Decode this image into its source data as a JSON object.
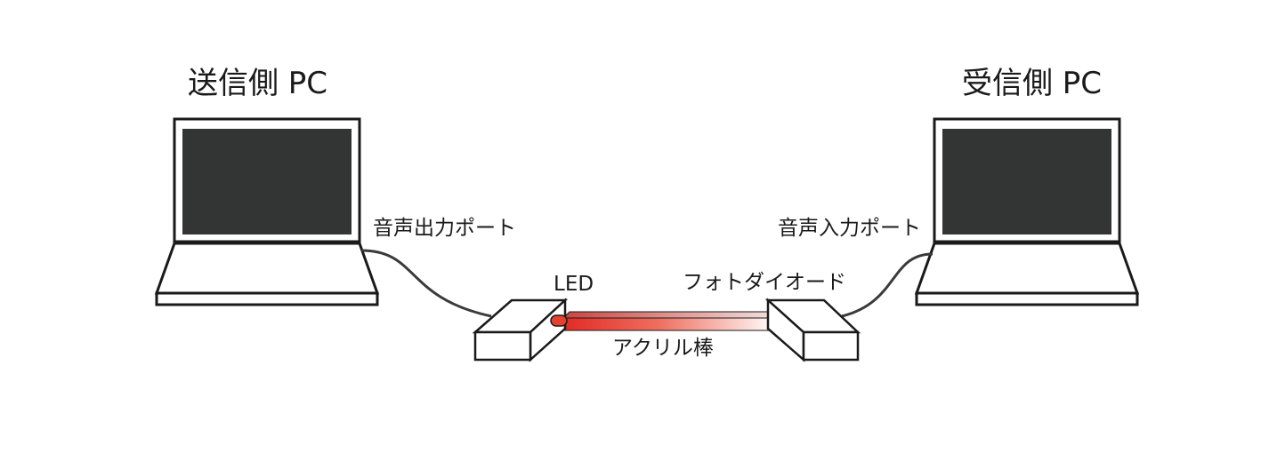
{
  "sender": {
    "title": "送信側 PC",
    "port_label": "音声出力ポート"
  },
  "receiver": {
    "title": "受信側 PC",
    "port_label": "音声入力ポート"
  },
  "led_label": "LED",
  "photodiode_label": "フォトダイオード",
  "rod_label": "アクリル棒",
  "colors": {
    "screen": "#333534",
    "outline": "#1a1a1a",
    "cable": "#3a3a3a",
    "rod_start": "#e22a24",
    "rod_end": "#ffffff",
    "led": "#e6402e"
  }
}
